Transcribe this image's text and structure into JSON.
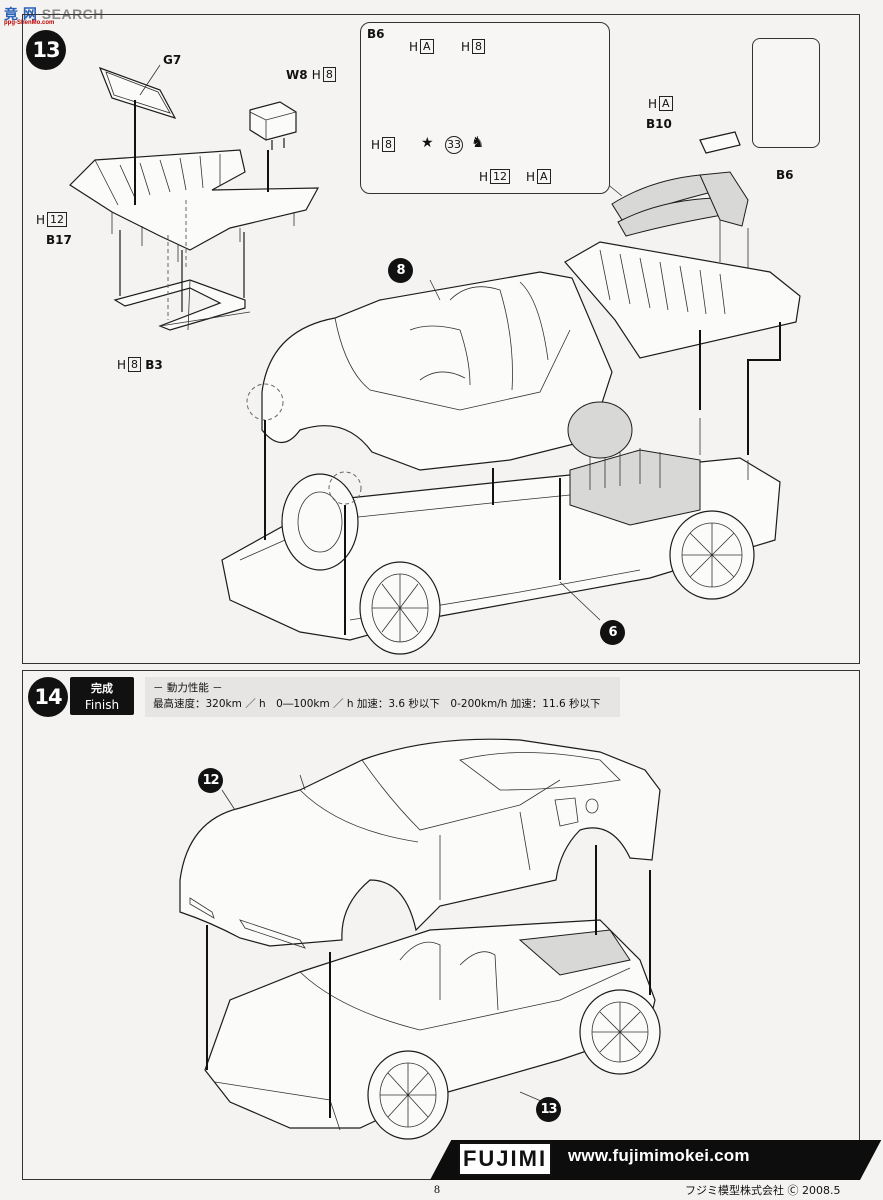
{
  "watermark": {
    "site": "竟 网",
    "text": "SEARCH",
    "sub": "ppg-ShenMo.com"
  },
  "step13": {
    "number": "13",
    "labels": {
      "g7": "G7",
      "w8": "W8",
      "w8_h": "H",
      "w8_code": "8",
      "b17_h": "H",
      "b17_code": "12",
      "b17": "B17",
      "b3_h": "H",
      "b3_code": "8",
      "b3": "B3",
      "b10_h": "H",
      "b10_code": "A",
      "b10": "B10",
      "b6": "B6"
    },
    "inset": {
      "title": "B6",
      "h1": "H",
      "c1": "A",
      "h2": "H",
      "c2": "8",
      "h3": "H",
      "c3": "8",
      "decal": "33",
      "h4": "H",
      "c4": "12",
      "h5": "H",
      "c5": "A"
    },
    "callouts": {
      "c8": "8",
      "c6": "6"
    }
  },
  "step14": {
    "number": "14",
    "badge_jp": "完成",
    "badge_en": "Finish",
    "perf_title": "－ 動力性能 －",
    "perf_line": "最高速度：320km ／ h　0―100km ／ h 加速：3.6 秒以下　0-200km/h 加速：11.6 秒以下",
    "callouts": {
      "c12": "12",
      "c13": "13"
    }
  },
  "footer": {
    "brand": "FUJIMI",
    "url": "www.fujimimokei.com",
    "page": "8",
    "copyright": "フジミ模型株式会社 Ⓒ 2008.5"
  }
}
